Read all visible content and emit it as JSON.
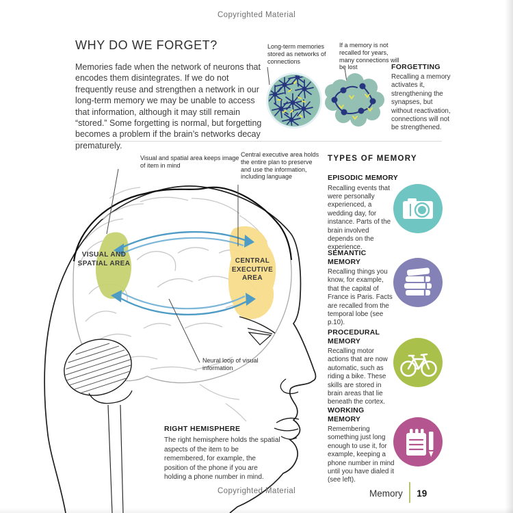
{
  "page": {
    "top_watermark": "Copyrighted Material",
    "bottom_watermark": "Copyrighted Material",
    "footer_section": "Memory",
    "footer_page_number": "19"
  },
  "why_we_forget": {
    "heading": "WHY DO WE FORGET?",
    "body": "Memories fade when the network of neurons that encodes them disintegrates. If we do not frequently reuse and strengthen a network in our long-term memory we may be unable to access that information, although it may still remain “stored.” Some forgetting is normal, but forgetting becomes a problem if the brain’s networks decay prematurely.",
    "annotation_network": "Long-term memories stored as networks of connections",
    "annotation_lost": "If a memory is not recalled for years, many connections will be lost",
    "forgetting_heading": "FORGETTING",
    "forgetting_body": "Recalling a memory activates it, strengthening the synapses, but without reactivation, connections will not be strengthened."
  },
  "brain_diagram": {
    "annotation_visual": "Visual and spatial area keeps image of item in mind",
    "annotation_central": "Central executive area holds the entire plan to preserve and use the information, including language",
    "visual_area_label": "VISUAL AND SPATIAL AREA",
    "central_area_label": "CENTRAL EXECUTIVE AREA",
    "neural_loop_label": "Neural loop of visual information",
    "right_hemisphere_heading": "RIGHT HEMISPHERE",
    "right_hemisphere_body": "The right hemisphere holds the spatial aspects of the item to be remembered, for example, the position of the phone if you are holding a phone number in mind.",
    "colors": {
      "visual_area": "#c4d06e",
      "central_area": "#f8dc8a",
      "arrow": "#4e9cc6",
      "neuron": "#27357f",
      "network_fill": "#8fc0b1"
    }
  },
  "types_of_memory": {
    "heading": "TYPES OF MEMORY",
    "items": [
      {
        "title": "EPISODIC MEMORY",
        "icon": "camera-icon",
        "color": "#6fc5c1",
        "body": "Recalling events that were personally experienced, a wedding day, for instance. Parts of the brain involved depends on the experience."
      },
      {
        "title": "SEMANTIC MEMORY",
        "icon": "books-icon",
        "color": "#8481b7",
        "body": "Recalling things you know, for example, that the capital of France is Paris. Facts are recalled from the temporal lobe (see p.10)."
      },
      {
        "title": "PROCEDURAL MEMORY",
        "icon": "bicycle-icon",
        "color": "#a9c04b",
        "body": "Recalling motor actions that are now automatic, such as riding a bike. These skills are stored in brain areas that lie beneath the cortex."
      },
      {
        "title": "WORKING MEMORY",
        "icon": "notepad-icon",
        "color": "#b5558f",
        "body": "Remembering something just long enough to use it, for example, keeping a phone number in mind until you have dialed it (see left)."
      }
    ]
  }
}
